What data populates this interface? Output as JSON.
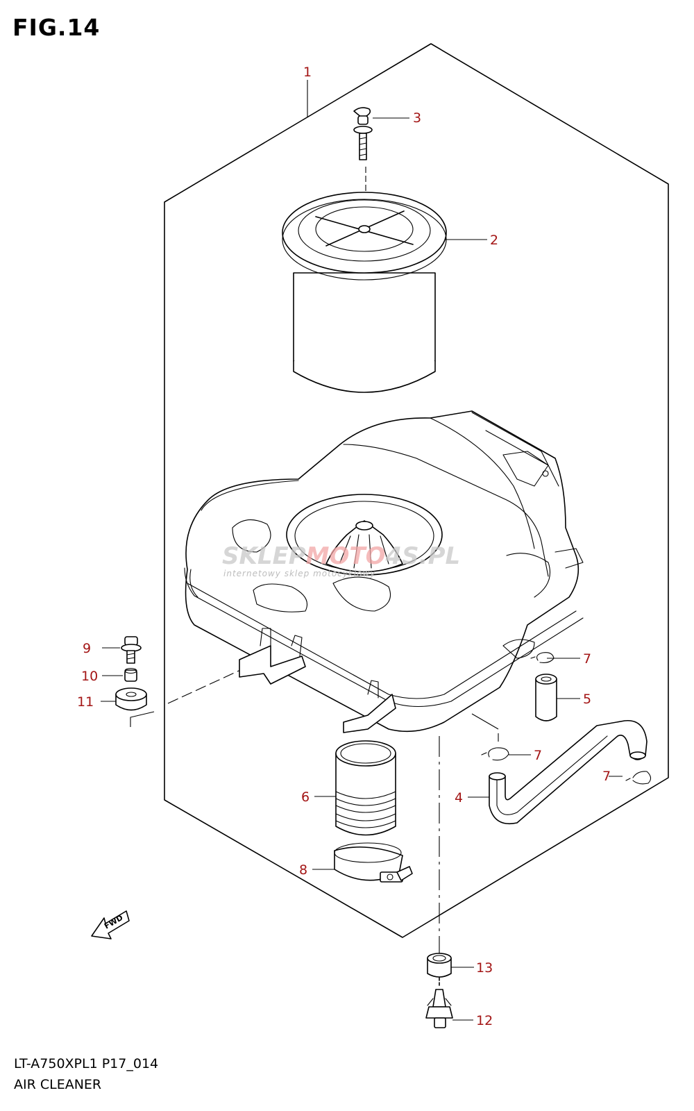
{
  "figure": {
    "title": "FIG.14"
  },
  "footer": {
    "model_code": "LT-A750XPL1 P17_014",
    "section_name": "AIR CLEANER"
  },
  "watermark": {
    "brand_gray": "SKLEP",
    "brand_red": "MOTO",
    "brand_gray2": "4S",
    "brand_suffix": ".PL",
    "tagline": "internetowy sklep motocyklowy"
  },
  "fwd_label": "FWD",
  "callouts": {
    "c1": "1",
    "c2": "2",
    "c3": "3",
    "c4": "4",
    "c5": "5",
    "c6": "6",
    "c7a": "7",
    "c7b": "7",
    "c7c": "7",
    "c8": "8",
    "c9": "9",
    "c10": "10",
    "c11": "11",
    "c12": "12",
    "c13": "13"
  },
  "colors": {
    "callout": "#a31515",
    "line": "#000000",
    "watermark_gray": "#c9c9c9",
    "watermark_red": "#f2a6a6"
  }
}
